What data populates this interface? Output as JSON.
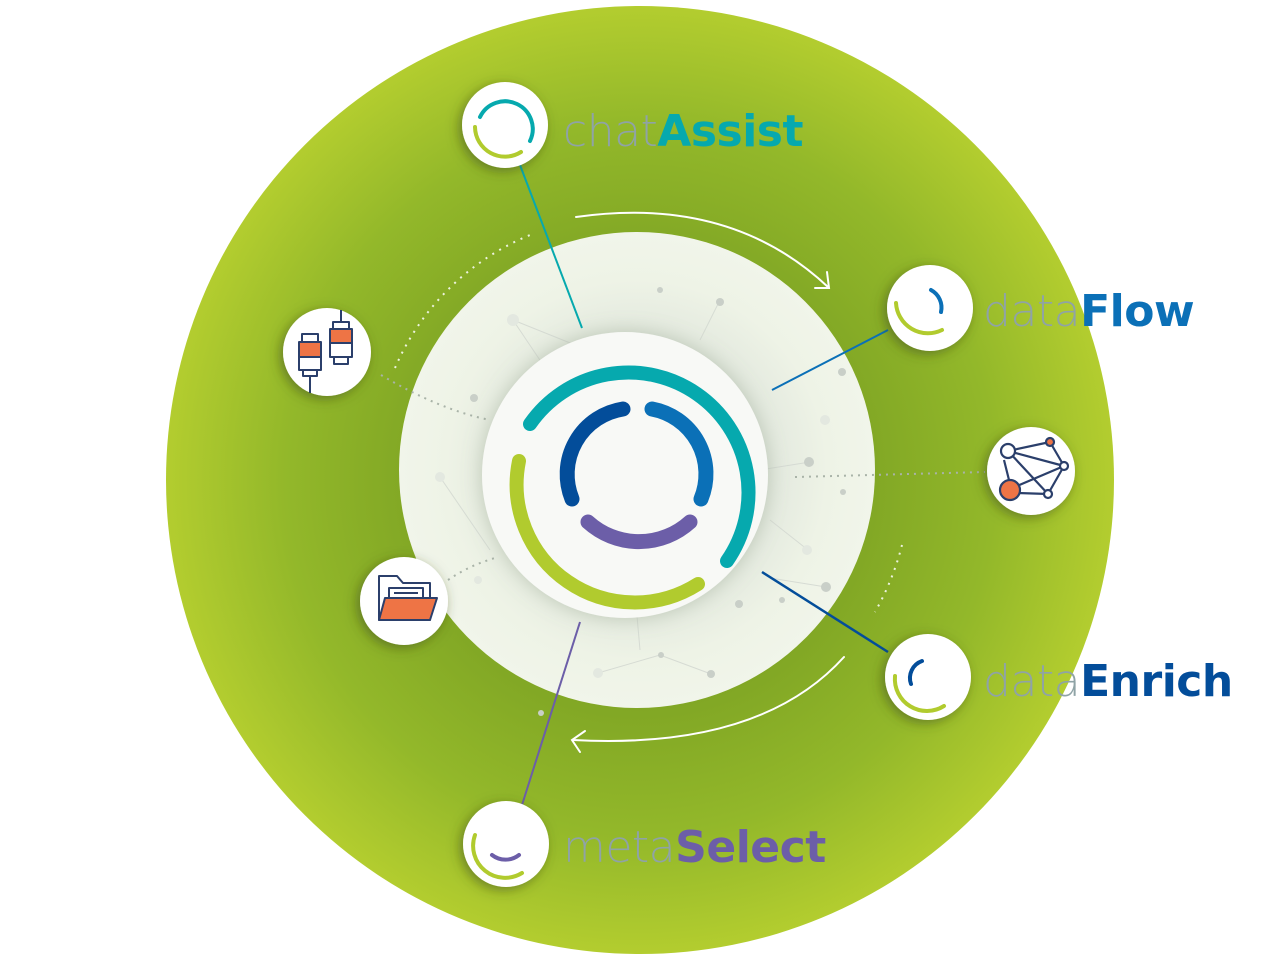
{
  "diagram": {
    "title": "",
    "colors": {
      "outer_ring": "#9cbd2b",
      "outer_ring_edge": "#b2cc2e",
      "mid_circle": "#eff4e6",
      "inner_circle": "#f8f9f6",
      "teal": "#06a9ae",
      "blue_light": "#0b70b7",
      "blue_dark": "#034d9a",
      "purple": "#6c5ea8",
      "lime": "#b1cb2e",
      "prefix_gray": "#8fa3a6",
      "icon_navy": "#2b3f6b",
      "icon_orange": "#ee7445"
    },
    "modules": [
      {
        "id": "chatassist",
        "prefix": "chat",
        "name": "Assist",
        "color": "#06a9ae"
      },
      {
        "id": "dataflow",
        "prefix": "data",
        "name": "Flow",
        "color": "#0b70b7"
      },
      {
        "id": "dataenrich",
        "prefix": "data",
        "name": "Enrich",
        "color": "#034d9a"
      },
      {
        "id": "metaselect",
        "prefix": "meta",
        "name": "Select",
        "color": "#6c5ea8"
      }
    ],
    "side_icons": [
      {
        "id": "connectors",
        "icon": "usb-connector-icon"
      },
      {
        "id": "network",
        "icon": "network-graph-icon"
      },
      {
        "id": "folder",
        "icon": "open-folder-icon"
      }
    ],
    "arrows": [
      {
        "id": "top-arrow",
        "direction": "clockwise"
      },
      {
        "id": "bottom-arrow",
        "direction": "clockwise"
      }
    ]
  }
}
